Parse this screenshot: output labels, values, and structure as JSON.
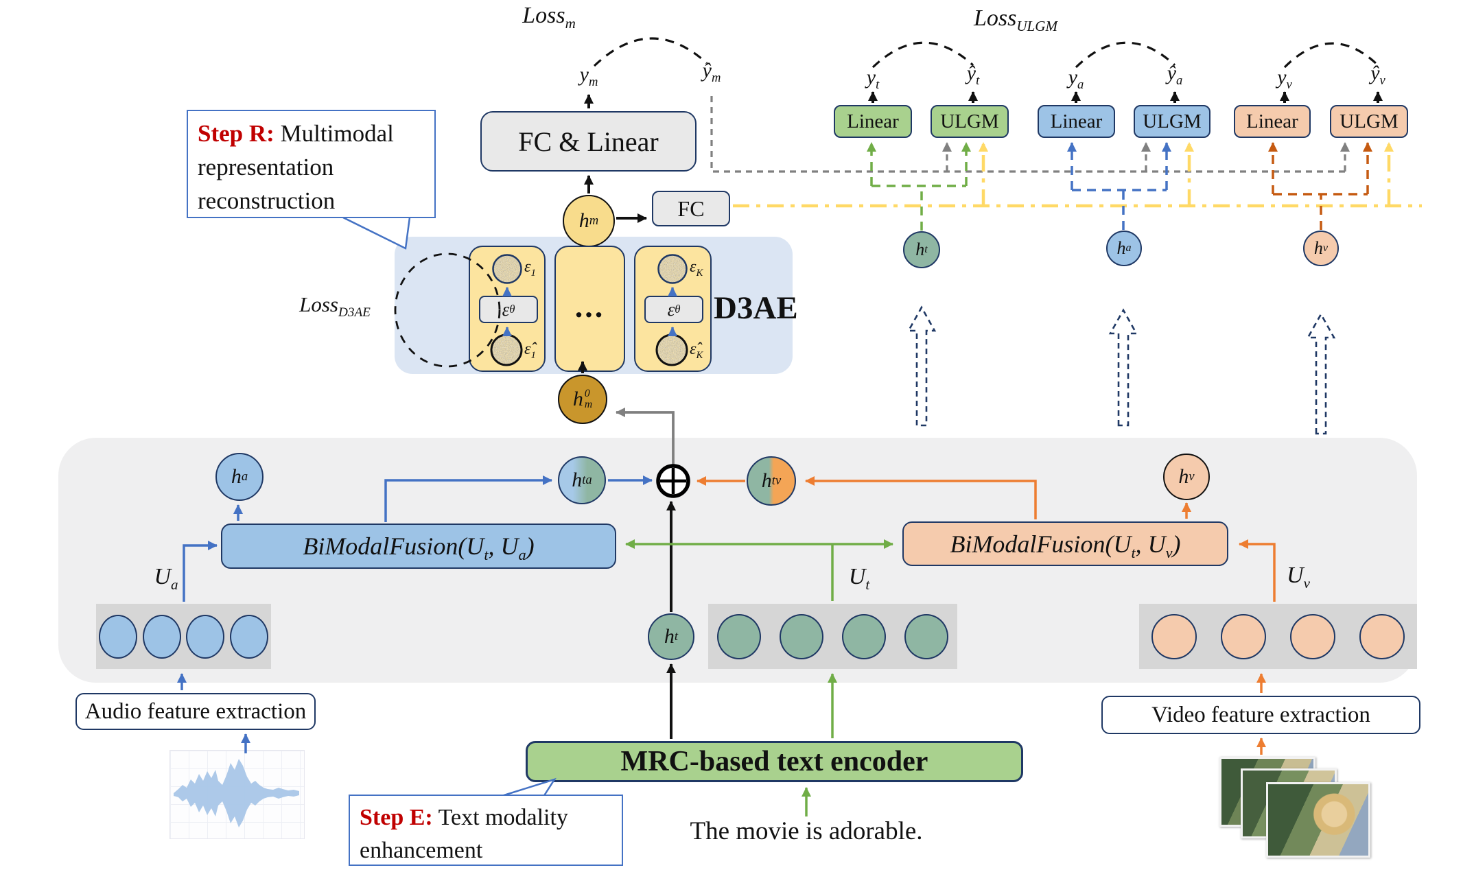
{
  "callouts": {
    "step_r": {
      "prefix": "Step R:",
      "rest": " Multimodal",
      "line2": "representation",
      "line3": "reconstruction"
    },
    "step_e": {
      "prefix": "Step E:",
      "rest": " Text modality",
      "line2": "enhancement"
    }
  },
  "losses": {
    "m": {
      "base": "Loss",
      "sub": "m"
    },
    "ulgm": {
      "base": "Loss",
      "sub": "ULGM"
    },
    "d3ae": {
      "base": "Loss",
      "sub": "D3AE"
    }
  },
  "fusion_head": {
    "fc_linear": "FC & Linear",
    "fc": "FC",
    "y_m": {
      "base": "y",
      "sub": "m"
    },
    "y_m_hat": {
      "base": "ŷ",
      "sub": "m"
    },
    "h_m": {
      "base": "h",
      "sub": "m"
    }
  },
  "d3ae": {
    "title": "D3AE",
    "dots": "...",
    "eps1": {
      "base": "ε",
      "sub": "1"
    },
    "epsK": {
      "base": "ε",
      "sub": "K"
    },
    "eps_theta": {
      "base": "ε",
      "sub": "θ"
    },
    "eps1_hat": {
      "base": "ε̂",
      "sub": "1"
    },
    "epsK_hat": {
      "base": "ε̂",
      "sub": "K"
    },
    "h_m0": {
      "base": "h",
      "sup": "0",
      "sub": "m"
    }
  },
  "unimodal_heads": {
    "pairs": [
      {
        "id": "text",
        "linear": "Linear",
        "ulgm": "ULGM",
        "y": {
          "base": "y",
          "sub": "t"
        },
        "y_hat": {
          "base": "ŷ",
          "sub": "t"
        }
      },
      {
        "id": "audio",
        "linear": "Linear",
        "ulgm": "ULGM",
        "y": {
          "base": "y",
          "sub": "a"
        },
        "y_hat": {
          "base": "ŷ",
          "sub": "a"
        }
      },
      {
        "id": "video",
        "linear": "Linear",
        "ulgm": "ULGM",
        "y": {
          "base": "y",
          "sub": "v"
        },
        "y_hat": {
          "base": "ŷ",
          "sub": "v"
        }
      }
    ]
  },
  "latents": {
    "h_t": {
      "base": "h",
      "sub": "t"
    },
    "h_a": {
      "base": "h",
      "sub": "a"
    },
    "h_v": {
      "base": "h",
      "sub": "v"
    },
    "h_ta": {
      "base": "h",
      "sub": "ta"
    },
    "h_tv": {
      "base": "h",
      "sub": "tv"
    }
  },
  "fusion": {
    "bimodal_ta": {
      "pre": "BiModalFusion(U",
      "s1": "t",
      "mid": ", U",
      "s2": "a",
      "post": ")"
    },
    "bimodal_tv": {
      "pre": "BiModalFusion(U",
      "s1": "t",
      "mid": ", U",
      "s2": "v",
      "post": ")"
    }
  },
  "features": {
    "u_a": {
      "base": "U",
      "sub": "a"
    },
    "u_t": {
      "base": "U",
      "sub": "t"
    },
    "u_v": {
      "base": "U",
      "sub": "v"
    }
  },
  "bottom": {
    "audio_extraction": "Audio feature extraction",
    "video_extraction": "Video feature extraction",
    "text_encoder": "MRC-based text encoder",
    "utterance": "The movie is adorable."
  },
  "colors": {
    "accent_navy": "#1f3864",
    "text_green_box": "#a9d18e",
    "audio_blue": "#9dc3e6",
    "video_peach": "#f5cbad",
    "sage_green": "#8fb6a3",
    "fusion_yellow": "#f8dc8c",
    "gold": "#c9962c",
    "card_yellow": "#fce49f",
    "panel_lavender": "#dbe5f3",
    "panel_gray": "#efeff0",
    "callout_red": "#c00000",
    "callout_blue": "#4472c4",
    "arrow_green": "#70ad47",
    "arrow_blue": "#4472c4",
    "arrow_orange": "#ed7d31",
    "arrow_yellow": "#ffd966",
    "arrow_gray": "#808080",
    "dash_dark_orange": "#c55a11"
  }
}
